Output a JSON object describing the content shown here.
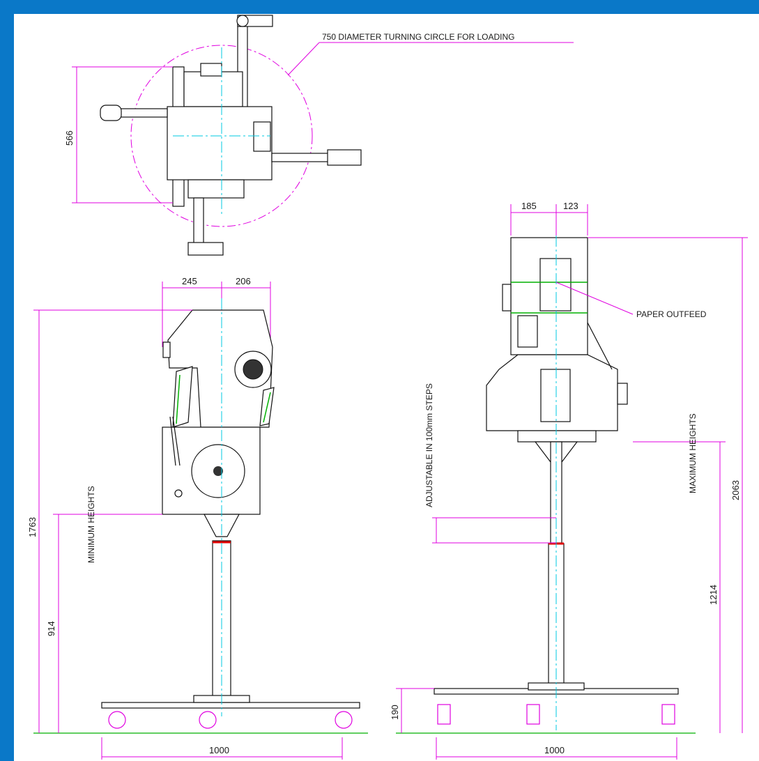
{
  "labels": {
    "turning_circle": "750 DIAMETER TURNING CIRCLE FOR LOADING",
    "paper_outfeed": "PAPER OUTFEED",
    "adjustable": "ADJUSTABLE IN 100mm STEPS",
    "minimum_heights": "MINIMUM HEIGHTS",
    "maximum_heights": "MAXIMUM HEIGHTS"
  },
  "dimensions": {
    "top_width": "566",
    "side_left": "245",
    "side_right": "206",
    "front_left": "185",
    "front_right": "123",
    "overall_min_height": "1763",
    "min_height": "914",
    "overall_max_height": "2063",
    "max_height": "1214",
    "base_height": "190",
    "side_base_width": "1000",
    "front_base_width": "1000"
  },
  "colors": {
    "background_frame": "#0a78c8",
    "dimension": "#e000e0",
    "centerline": "#00c8e0",
    "green": "#00b000",
    "red": "#e00000"
  }
}
